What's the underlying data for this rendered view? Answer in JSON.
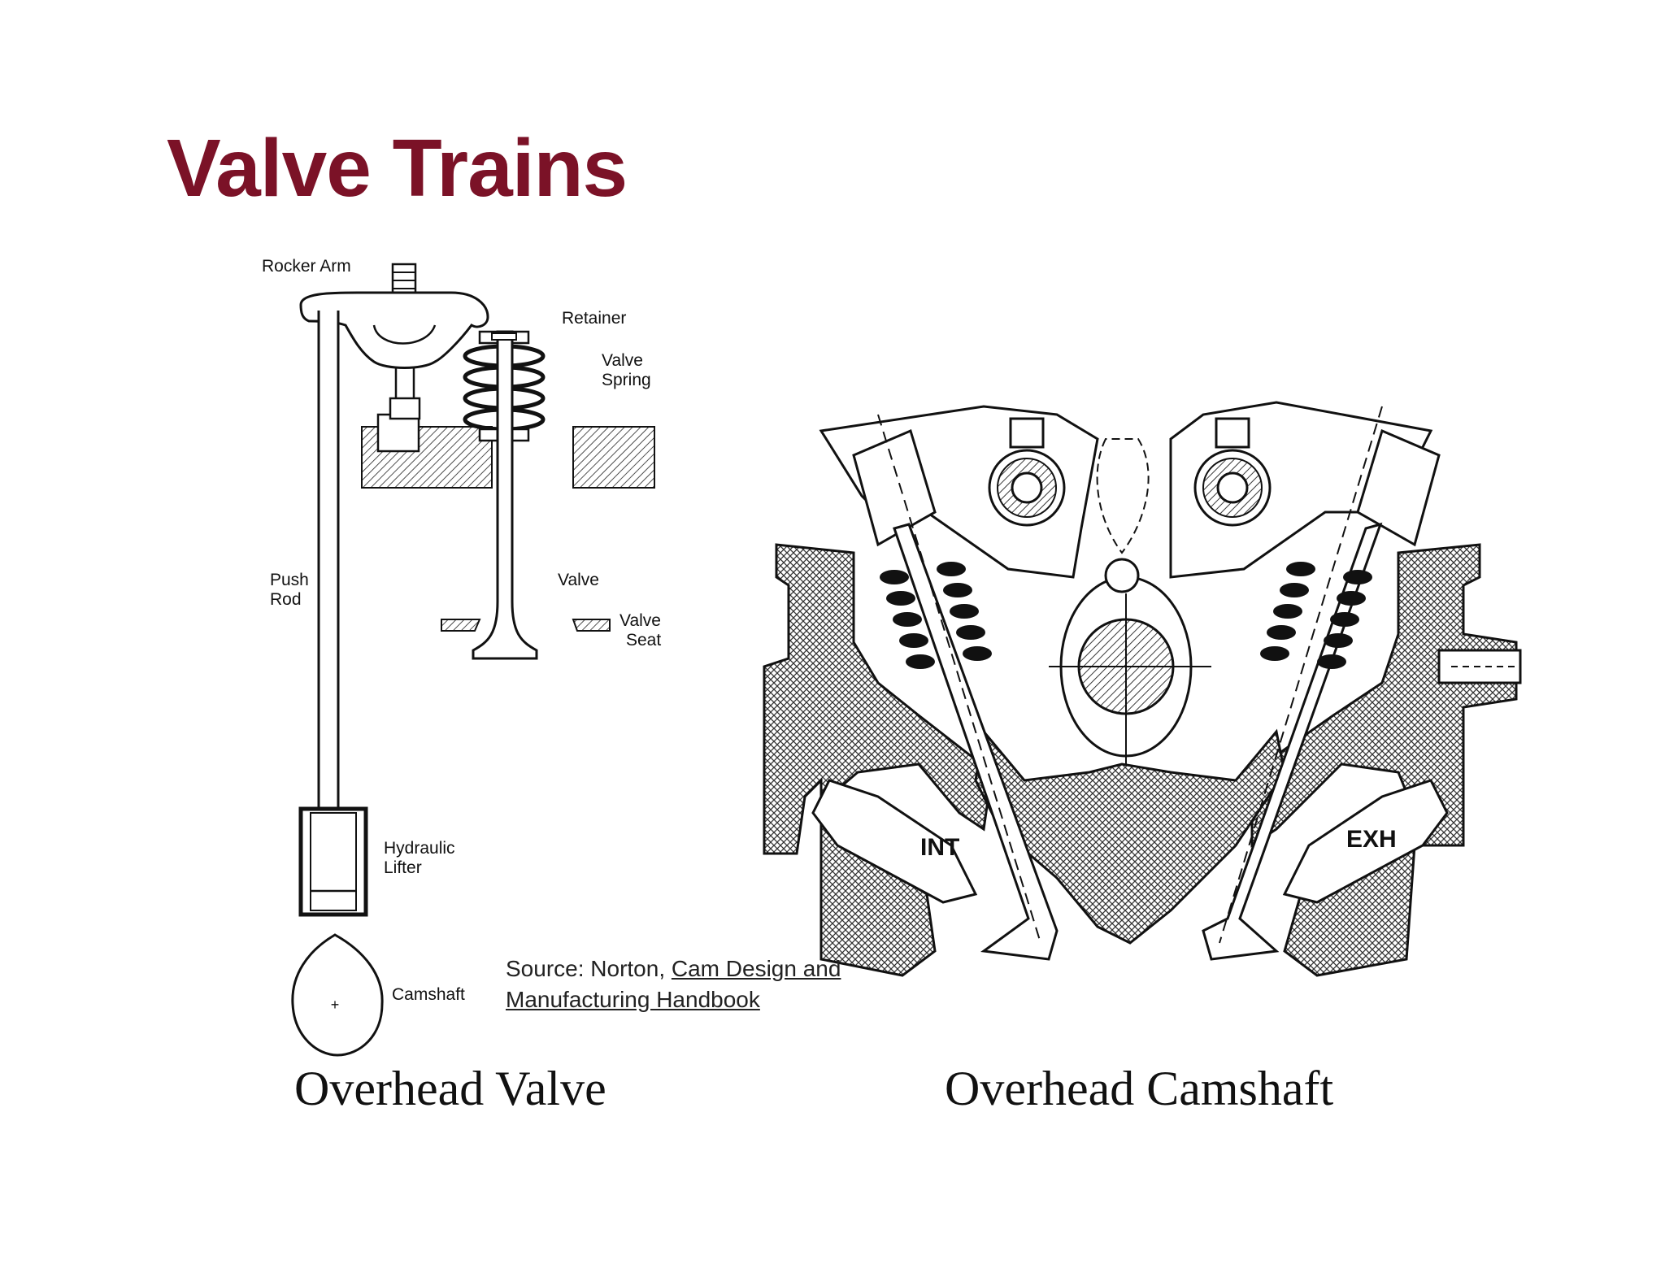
{
  "title": "Valve Trains",
  "ohv": {
    "labels": {
      "rocker_arm": "Rocker Arm",
      "retainer": "Retainer",
      "valve_spring_1": "Valve",
      "valve_spring_2": "Spring",
      "push_rod_1": "Push",
      "push_rod_2": "Rod",
      "valve": "Valve",
      "valve_seat_1": "Valve",
      "valve_seat_2": "Seat",
      "hydraulic_lifter_1": "Hydraulic",
      "hydraulic_lifter_2": "Lifter",
      "camshaft": "Camshaft"
    },
    "caption": "Overhead Valve"
  },
  "ohc": {
    "labels": {
      "intake": "INT",
      "exhaust": "EXH"
    },
    "caption": "Overhead Camshaft"
  },
  "source": {
    "prefix": "Source: Norton, ",
    "book_line1": "Cam Design and",
    "book_line2": "Manufacturing Handbook"
  },
  "colors": {
    "title": "#7b1227",
    "ink": "#111111",
    "hatch": "#333333"
  }
}
